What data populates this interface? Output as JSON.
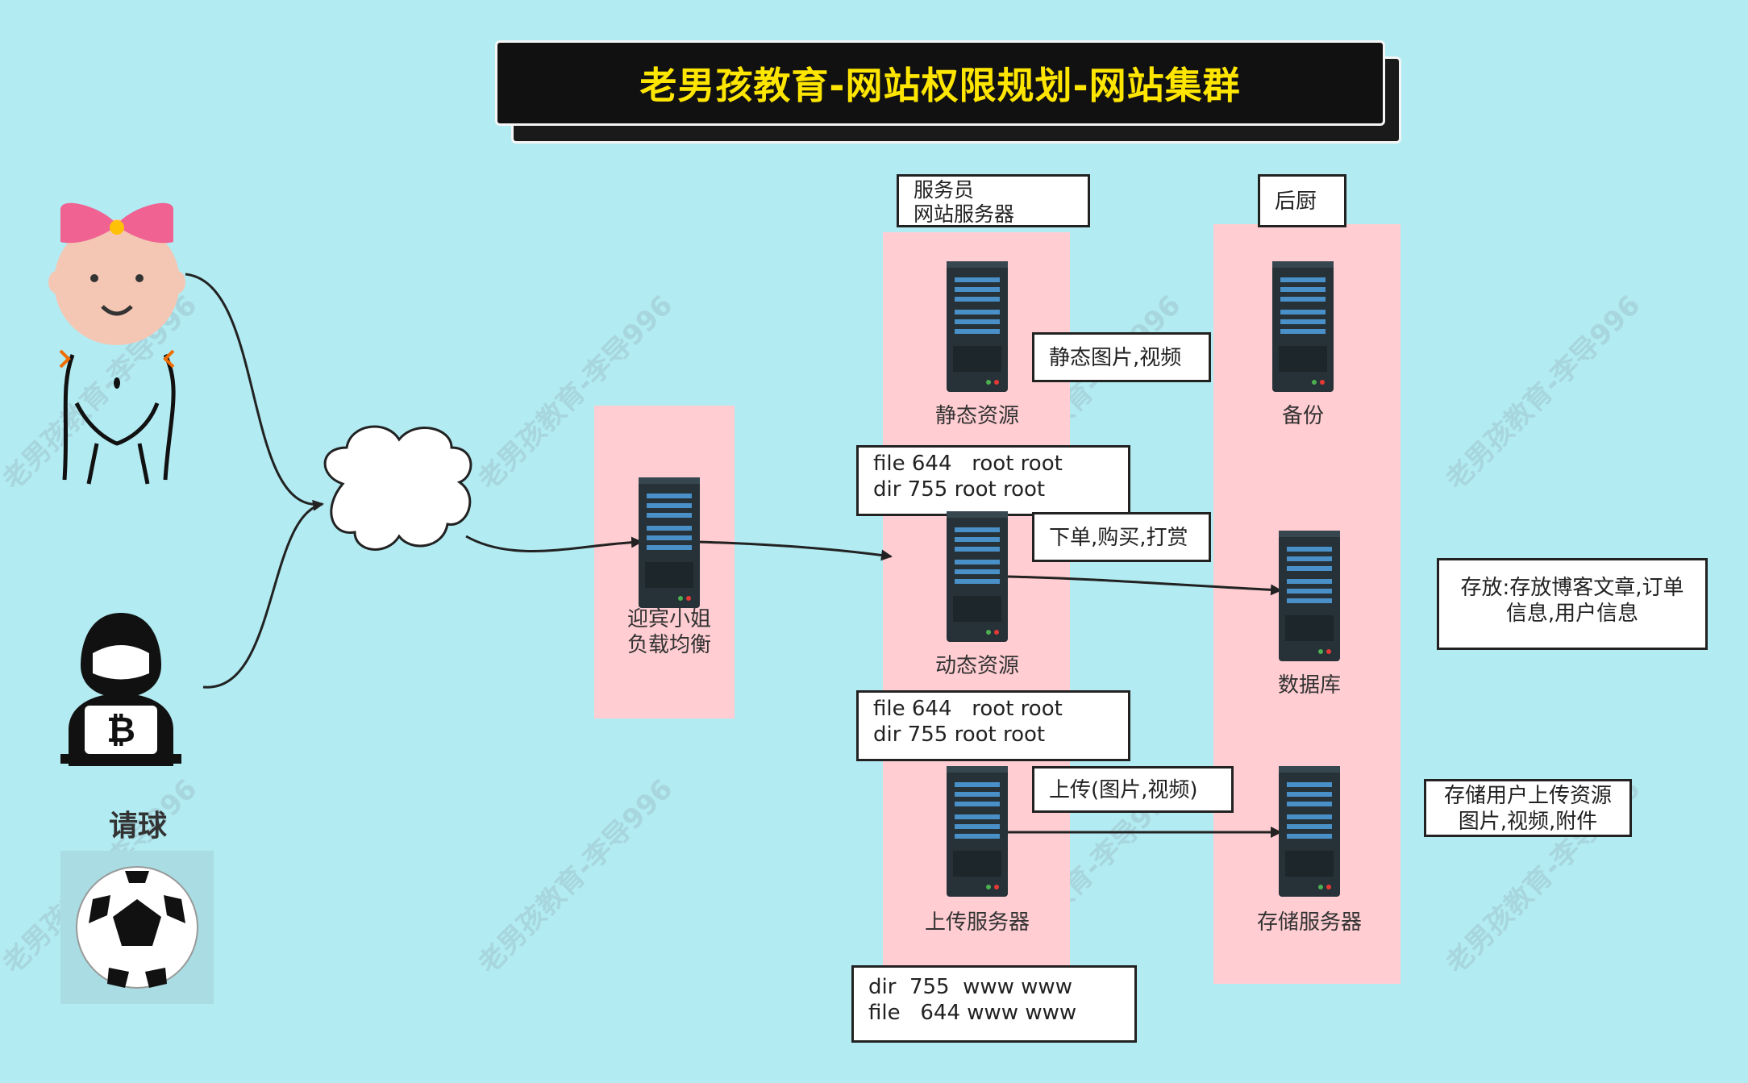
{
  "title": "老男孩教育-网站权限规划-网站集群",
  "watermark": "老男孩教育-李导996",
  "actors": {
    "user_label": "请球"
  },
  "load_balancer": {
    "caption": "迎宾小姐\n负载均衡"
  },
  "web_column": {
    "header": "服务员\n网站服务器",
    "static": {
      "caption": "静态资源",
      "note": "静态图片,视频",
      "perm": "file 644   root root\ndir 755 root root"
    },
    "dynamic": {
      "caption": "动态资源",
      "note": "下单,购买,打赏",
      "perm": "file 644   root root\ndir 755 root root"
    },
    "upload": {
      "caption": "上传服务器",
      "note": "上传(图片,视频)",
      "perm": "dir  755  www www\nfile   644 www www"
    }
  },
  "backend_column": {
    "header": "后厨",
    "backup": {
      "caption": "备份"
    },
    "database": {
      "caption": "数据库",
      "note": "存放:存放博客文章,订单\n信息,用户信息"
    },
    "storage": {
      "caption": "存储服务器",
      "note": "存储用户上传资源\n图片,视频,附件"
    }
  },
  "colors": {
    "background": "#b2ebf2",
    "zone": "#ffcdd2",
    "title_text": "#ffe600",
    "server_body": "#263238",
    "server_slot": "#4a90c8"
  }
}
